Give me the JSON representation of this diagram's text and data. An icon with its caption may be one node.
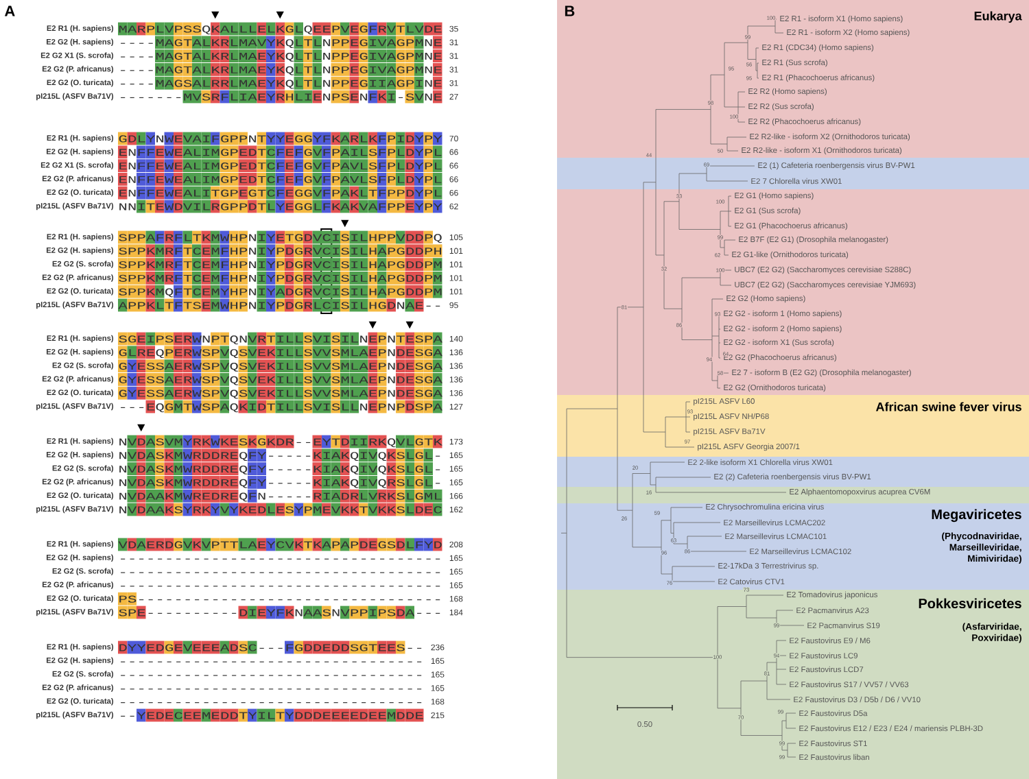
{
  "diagram": {
    "nodes": [
      {
        "text": [
          "Eukarya"
        ]
      },
      {
        "text": [],
        "shape": "box"
      },
      {
        "text": [],
        "shape": "box"
      },
      {
        "text": [
          "African swine fever virus"
        ]
      },
      {
        "text": [],
        "shape": "box"
      },
      {
        "text": [],
        "shape": "box"
      },
      {
        "text": [
          "Megaviricetes",
          "(Phycodnaviridae, Marseilleviridae, Mimiviridae)"
        ]
      },
      {
        "text": [
          "Pokkesviricetes",
          "(Asfarviridae, Poxviridae)"
        ]
      }
    ],
    "labels": [
      "A",
      "E2 R1 (H. sapiens)",
      "MARPLVPSSQKALLLELKGLQEEPVEGFRVTLVDE",
      "35",
      "E2 G2 (H. sapiens)",
      "----MAGTALKRLMAVYKQLTLNPPEGIVAGPMNE",
      "31",
      "E2 G2 X1 (S. scrofa)",
      "----MAGTALKRLMAEYKQLTLNPPEGIVAGPMNE",
      "31",
      "E2 G2 (P. africanus)",
      "----MAGTALKRLMAEYKQLTLNPPEGIVAGPMNE",
      "31",
      "E2 G2 (O. turicata)",
      "----MAGSALRRLMAEYKQLTLNPPEGIIAGPINE",
      "31",
      "pI215L (ASFV Ba71V)",
      "-------MVSRFLIAEYRHLIENPSENFKI-SVNE",
      "27",
      "E2 R1 (H. sapiens)",
      "GDLYNWEVAIFGPPNTYYEGGYFKARLKFPIDYPY",
      "70",
      "E2 G2 (H. sapiens)",
      "ENFFEWEALIMGPEDTCFEFGVFPAILSFPLDYPL",
      "66",
      "E2 G2 X1 (S. scrofa)",
      "ENFFEWEALIMGPEDTCFEFGVFPAVLSFPLDYPL",
      "66",
      "E2 G2 (P. africanus)",
      "ENFFEWEALIMGPEDTCFEFGVFPAVLSFPLDYPL",
      "66",
      "E2 G2 (O. turicata)",
      "ENFFEWEALITGPEGTCFEGGVFPAKLTFPPDYPL",
      "66",
      "pI215L (ASFV Ba71V)",
      "NNITEWDVILRGPPDTLYEGGLFKAKVAFPPEYPY",
      "62",
      "E2 R1 (H. sapiens)",
      "SPPAFRFLTKMWHPNIYETGDVCISILHPPVDDPQ",
      "105",
      "E2 G2 (H. sapiens)",
      "SPPKMRFTCEMFHPNIYPDGRVCISILHAPGDDPH",
      "101",
      "E2 G2 (S. scrofa)",
      "SPPKMRFTCEMFHPNIYPDGRVCISILHAPGDDPM",
      "101",
      "E2 G2 (P. africanus)",
      "SPPKMRFTCEMFHPNIYPDGRVCISILHAPGDDPM",
      "101",
      "E2 G2 (O. turicata)",
      "SPPKMQFTCEMYHPNIYADGRVCISILHAPGDDPM",
      "101",
      "pI215L (ASFV Ba71V)",
      "APPKLTFTSEMWHPNIYPDGRLCISILHGDNAE--",
      "95",
      "E2 R1 (H. sapiens)",
      "SGEIPSERWNPTQNVRTILLSVISILNEPNTESPA",
      "140",
      "E2 G2 (H. sapiens)",
      "GLREQPERWSPVQSVEKILLSVVSMLAEPNDESGA",
      "136",
      "E2 G2 (S. scrofa)",
      "GYESSAERWSPVQSVEKILLSVVSMLAEPNDESGA",
      "136",
      "E2 G2 (P. africanus)",
      "GYESSAERWSPVQSVEKILLSVVSMLAEPNDESGA",
      "136",
      "E2 G2 (O. turicata)",
      "GYESSAERWSPVQSVEKILLSVVSMLAEPNDESGA",
      "136",
      "pI215L (ASFV Ba71V)",
      "---EQGMTWSPAQKIDTILLSVISLLNEPNPDSPA",
      "127",
      "E2 R1 (H. sapiens)",
      "NVDASVMYRKWKESKGKDR--EYTDIIRKQVLGTK",
      "173",
      "E2 G2 (H. sapiens)",
      "NVDASKMWRDDREQFY-----KIAKQIVQKSLGL-",
      "165",
      "E2 G2 (S. scrofa)",
      "NVDASKMWRDDREQFY-----KIAKQIVQKSLGL-",
      "165",
      "E2 G2 (P. africanus)",
      "NVDASKMWRDDREQFY-----KIAKQIVQRSLGL-",
      "165",
      "E2 G2 (O. turicata)",
      "NVDAAKMWREDREQFN-----RIADRLVRKSLGML",
      "166",
      "pI215L (ASFV Ba71V)",
      "NVDAAKSYRKYVYKEDLESYPMEVKKTVKKSLDEC",
      "162",
      "E2 R1 (H. sapiens)",
      "VDAERDGVKVPTTLAEYCVKTKAPAPDEGSDLFYD",
      "208",
      "E2 G2 (H. sapiens)",
      "-----------------------------------",
      "165",
      "E2 G2 (S. scrofa)",
      "-----------------------------------",
      "165",
      "E2 G2 (P. africanus)",
      "-----------------------------------",
      "165",
      "E2 G2 (O. turicata)",
      "PS---------------------------------",
      "168",
      "pI215L (ASFV Ba71V)",
      "SPE----------DIEYFKNAASNVPPIPSDA---",
      "184",
      "E2 R1 (H. sapiens)",
      "DYYEDGEVEEEADSC---FGDDEDDSGTEES--",
      "236",
      "E2 G2 (H. sapiens)",
      "---------------------------------",
      "165",
      "E2 G2 (S. scrofa)",
      "---------------------------------",
      "165",
      "E2 G2 (P. africanus)",
      "---------------------------------",
      "165",
      "E2 G2 (O. turicata)",
      "---------------------------------",
      "168",
      "pI215L (ASFV Ba71V)",
      "--YEDECEEMEDDTYILTYDDDEEEEDEEMDDE",
      "215",
      "B",
      "E2 R1 - isoform X1 (Homo sapiens)",
      "E2 R1 - isoform X2 (Homo sapiens)",
      "E2 R1 (CDC34) (Homo sapiens)",
      "E2 R1 (Sus scrofa)",
      "E2 R1 (Phacochoerus africanus)",
      "E2 R2 (Homo sapiens)",
      "E2 R2 (Sus scrofa)",
      "E2 R2 (Phacochoerus africanus)",
      "E2 R2-like - isoform X2 (Ornithodoros turicata)",
      "E2 R2-like - isoform X1 (Ornithodoros turicata)",
      "E2 (1) Cafeteria roenbergensis virus BV-PW1",
      "E2 7 Chlorella virus XW01",
      "E2 G1 (Homo sapiens)",
      "E2 G1 (Sus scrofa)",
      "E2 G1 (Phacochoerus africanus)",
      "E2 B7F (E2 G1) (Drosophila melanogaster)",
      "E2 G1-like (Ornithodoros turicata)",
      "UBC7 (E2 G2) (Saccharomyces cerevisiae S288C)",
      "UBC7 (E2 G2) (Saccharomyces cerevisiae YJM693)",
      "E2 G2 (Homo sapiens)",
      "E2 G2 - isoform 1 (Homo sapiens)",
      "E2 G2 - isoform 2 (Homo sapiens)",
      "E2 G2 - isoform X1 (Sus scrofa)",
      "E2 G2 (Phacochoerus africanus)",
      "E2 7 - isoform B (E2 G2) (Drosophila melanogaster)",
      "E2 G2 (Ornithodoros turicata)",
      "pI215L ASFV L60",
      "pI215L ASFV NH/P68",
      "pI215L ASFV Ba71V",
      "pI215L ASFV Georgia 2007/1",
      "E2 2-like isoform X1 Chlorella virus XW01",
      "E2 (2) Cafeteria roenbergensis virus BV-PW1",
      "E2 Alphaentomopoxvirus acuprea CV6M",
      "E2 Chrysochromulina ericina virus",
      "E2 Marseillevirus LCMAC202",
      "E2 Marseillevirus LCMAC101",
      "E2 Marseillevirus LCMAC102",
      "E2-17kDa 3 Terrestrivirus sp.",
      "E2 Catovirus CTV1",
      "E2 Tomadovirus japonicus",
      "E2 Pacmanvirus A23",
      "E2 Pacmanvirus S19",
      "E2 Faustovirus E9 / M6",
      "E2 Faustovirus LC9",
      "E2 Faustovirus LCD7",
      "E2 Faustovirus S17 / VV57 / VV63",
      "E2 Faustovirus D3 / D5b / D6 / VV10",
      "E2 Faustovirus D5a",
      "E2 Faustovirus E12 / E23 / E24 / mariensis PLBH-3D",
      "E2 Faustovirus ST1",
      "E2 Faustovirus liban",
      "100",
      "99",
      "95",
      "56",
      "95",
      "98",
      "100",
      "50",
      "69",
      "44",
      "33",
      "100",
      "99",
      "62",
      "32",
      "100",
      "81",
      "93",
      "86",
      "64",
      "94",
      "58",
      "93",
      "97",
      "20",
      "16",
      "26",
      "59",
      "63",
      "96",
      "86",
      "76",
      "73",
      "99",
      "100",
      "94",
      "81",
      "70",
      "99",
      "99",
      "99",
      "0.50"
    ]
  }
}
